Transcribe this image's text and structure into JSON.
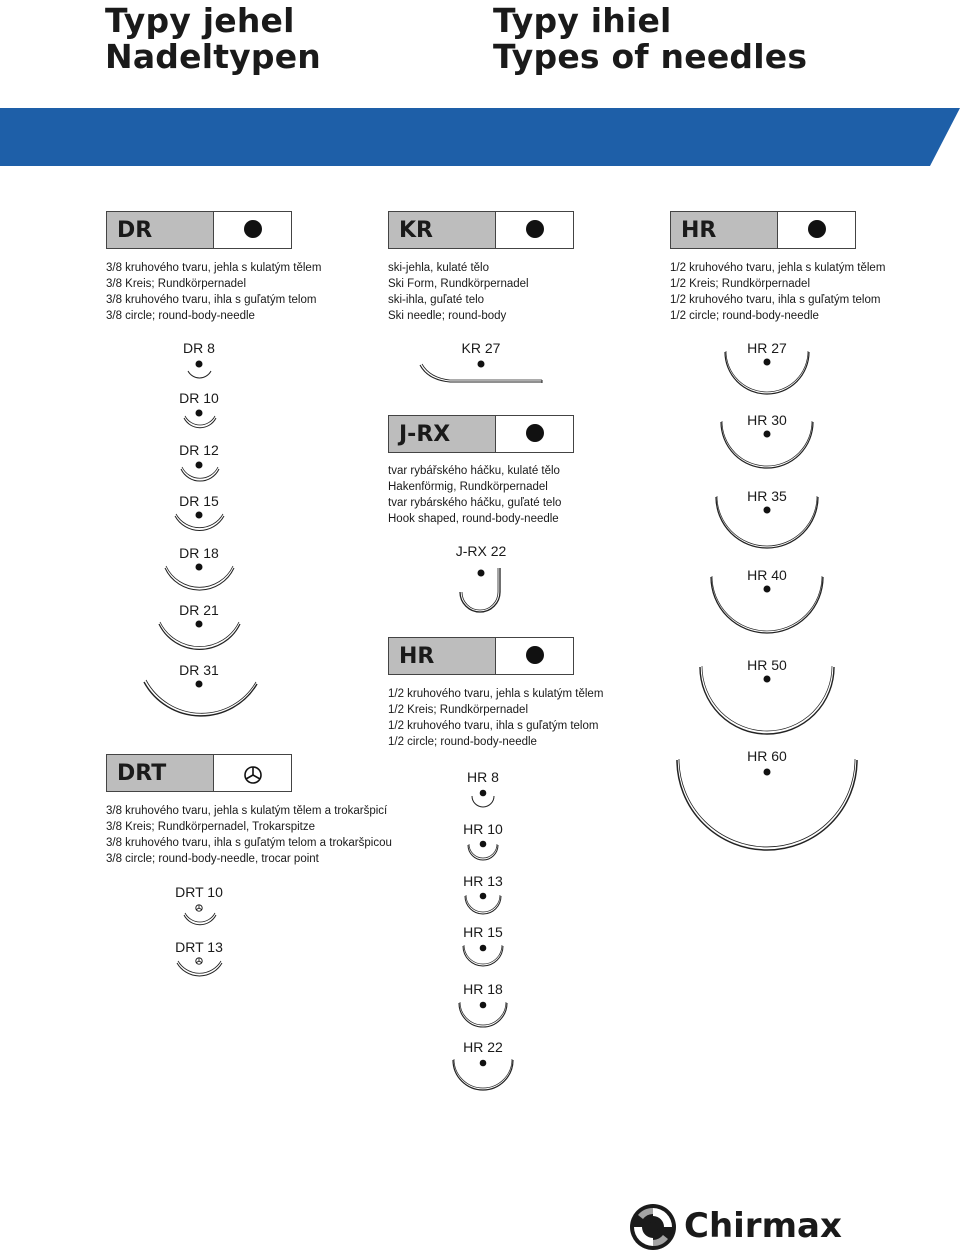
{
  "titles": {
    "left_line1": "Typy jehel",
    "left_line2": "Nadeltypen",
    "right_line1": "Typy ihiel",
    "right_line2": "Types of needles"
  },
  "colors": {
    "band": "#1e5fa8",
    "header_fill": "#bdbdbd"
  },
  "sections": {
    "dr": {
      "code": "DR",
      "symbol": "round-body-dot-icon",
      "desc": [
        "3/8 kruhového tvaru, jehla s kulatým tělem",
        "3/8 Kreis; Rundkörpernadel",
        "3/8 kruhového tvaru, ihla s guľatým telom",
        "3/8 circle; round-body-needle"
      ],
      "needles": [
        "DR 8",
        "DR 10",
        "DR 12",
        "DR 15",
        "DR 18",
        "DR 21",
        "DR 31"
      ]
    },
    "drt": {
      "code": "DRT",
      "symbol": "trocar-point-icon",
      "desc": [
        "3/8 kruhového tvaru, jehla s kulatým tělem a trokaršpicí",
        "3/8 Kreis; Rundkörpernadel, Trokarspitze",
        "3/8 kruhového tvaru, ihla s guľatým telom a trokaršpicou",
        "3/8 circle; round-body-needle, trocar point"
      ],
      "needles": [
        "DRT 10",
        "DRT 13"
      ]
    },
    "kr": {
      "code": "KR",
      "symbol": "round-body-dot-icon",
      "desc": [
        "ski-jehla, kulaté tělo",
        "Ski Form, Rundkörpernadel",
        "ski-ihla, guľaté telo",
        "Ski needle; round-body"
      ],
      "needles": [
        "KR 27"
      ]
    },
    "jrx": {
      "code": "J-RX",
      "symbol": "round-body-dot-icon",
      "desc": [
        "tvar rybářského háčku, kulaté tělo",
        "Hakenförmig, Rundkörpernadel",
        "tvar rybárského háčku, guľaté telo",
        "Hook shaped, round-body-needle"
      ],
      "needles": [
        "J-RX 22"
      ]
    },
    "hr_mid": {
      "code": "HR",
      "symbol": "round-body-dot-icon",
      "desc": [
        "1/2 kruhového tvaru, jehla s kulatým tělem",
        "1/2 Kreis; Rundkörpernadel",
        "1/2 kruhového tvaru, ihla s guľatým telom",
        "1/2 circle; round-body-needle"
      ],
      "needles": [
        "HR 8",
        "HR 10",
        "HR 13",
        "HR 15",
        "HR 18",
        "HR 22"
      ]
    },
    "hr_right": {
      "code": "HR",
      "symbol": "round-body-dot-icon",
      "desc": [
        "1/2 kruhového tvaru, jehla s kulatým tělem",
        "1/2 Kreis; Rundkörpernadel",
        "1/2 kruhového tvaru, ihla s guľatým telom",
        "1/2 circle; round-body-needle"
      ],
      "needles": [
        "HR 27",
        "HR 30",
        "HR 35",
        "HR 40",
        "HR 50",
        "HR 60"
      ]
    }
  },
  "logo": {
    "text": "Chirmax",
    "icon": "chirmax-swirl-logo-icon"
  }
}
